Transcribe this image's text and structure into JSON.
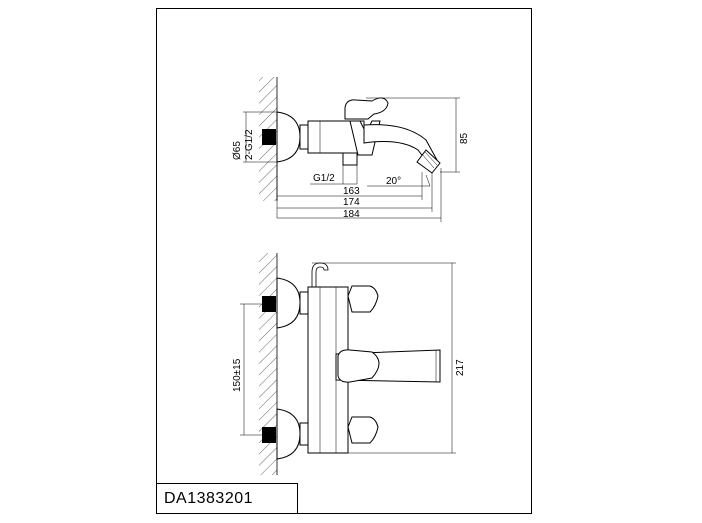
{
  "product_code": "DA1383201",
  "top_view": {
    "dim_diameter": "Ø65",
    "dim_thread": "2-G1/2",
    "dim_outlet_thread": "G1/2",
    "dim_height": "85",
    "dim_angle": "20°",
    "dim_163": "163",
    "dim_174": "174",
    "dim_184": "184"
  },
  "bottom_view": {
    "dim_spacing": "150±15",
    "dim_height": "217"
  }
}
